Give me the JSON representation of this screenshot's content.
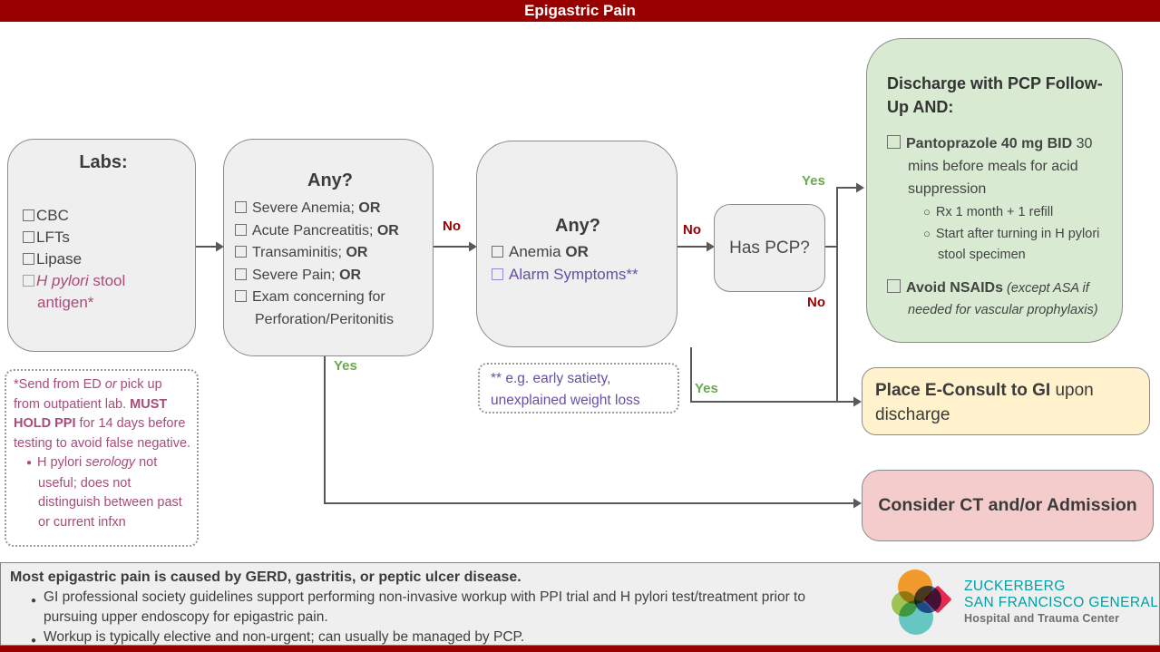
{
  "title_bar": {
    "title": "Epigastric Pain"
  },
  "labels": {
    "yes": "Yes",
    "no": "No"
  },
  "labs_box": {
    "title": "Labs:",
    "items": [
      "CBC",
      "LFTs",
      "Lipase"
    ],
    "hpylori_item": {
      "italic": "H pylori",
      "rest": " stool antigen*"
    }
  },
  "severity_box": {
    "title": "Any?",
    "items": [
      {
        "text": "Severe Anemia; ",
        "or": "OR"
      },
      {
        "text": "Acute Pancreatitis; ",
        "or": "OR"
      },
      {
        "text": "Transaminitis; ",
        "or": "OR"
      },
      {
        "text": "Severe Pain; ",
        "or": "OR"
      },
      {
        "text": "Exam concerning for Perforation/Peritonitis",
        "or": ""
      }
    ]
  },
  "alarm_box": {
    "title": "Any?",
    "anemia": {
      "text": "Anemia ",
      "or": "OR"
    },
    "alarm": "Alarm Symptoms**"
  },
  "pcp_box": {
    "title": "Has PCP?"
  },
  "discharge_box": {
    "title": "Discharge with PCP Follow-Up AND:",
    "med": {
      "bold": "Pantoprazole 40 mg BID",
      "rest": " 30 mins before meals for acid suppression"
    },
    "sub_items": [
      "Rx 1 month + 1 refill",
      "Start after turning in H pylori stool specimen"
    ],
    "nsaid": {
      "bold": "Avoid NSAIDs",
      "italic": " (except ASA if needed for vascular prophylaxis)"
    }
  },
  "econsult_box": {
    "bold": "Place E-Consult to GI",
    "rest": " upon discharge"
  },
  "ct_box": {
    "label": "Consider CT and/or Admission"
  },
  "stool_note": {
    "seg1": "*Send from ED ",
    "seg2": "or",
    "seg3": " pick up from outpatient  lab. ",
    "seg4": "MUST HOLD PPI",
    "seg5": " for 14 days before testing to avoid false negative.",
    "bullet": {
      "seg1": "H pylori ",
      "seg2": "serology",
      "seg3": " not useful; does not distinguish between past or current infxn"
    }
  },
  "alarm_note": "** e.g. early satiety, unexplained weight loss",
  "footer": {
    "headline": "Most epigastric pain is caused by GERD, gastritis, or peptic ulcer disease.",
    "bullets": [
      "GI professional society guidelines support performing non-invasive workup with PPI trial and H pylori test/treatment prior to pursuing upper endoscopy for epigastric pain.",
      "Workup is typically elective and non-urgent; can usually be managed by PCP."
    ],
    "logo": {
      "line1": "ZUCKERBERG",
      "line2": "SAN FRANCISCO GENERAL",
      "line3": "Hospital and Trauma Center"
    }
  },
  "colors": {
    "header_bg": "#990000",
    "node_gray": "#efefef",
    "discharge_green": "#d9ead3",
    "econsult_yellow": "#fff2cc",
    "ct_pink": "#f4cccc",
    "maroon_text": "#a64d79",
    "purple_text": "#674ea7",
    "yes_green": "#6aa84f",
    "no_red": "#990000",
    "arrow": "#595959"
  }
}
